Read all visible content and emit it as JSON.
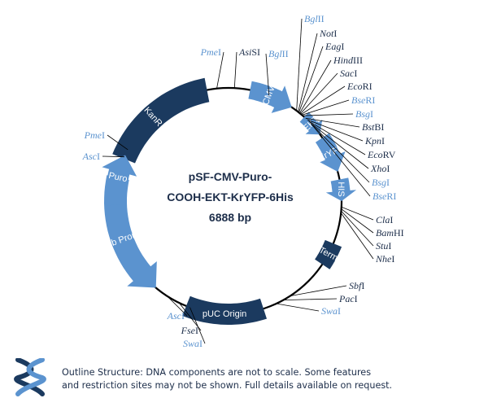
{
  "plasmid": {
    "title_lines": [
      "pSF-CMV-Puro-",
      "COOH-EKT-KrYFP-6His",
      "6888 bp"
    ]
  },
  "features": [
    {
      "id": "kanr",
      "label": "KanR",
      "color": "#1b3a5f"
    },
    {
      "id": "cmv",
      "label": "CMV",
      "color": "#5b93cf"
    },
    {
      "id": "ekt",
      "label": "EKT",
      "color": "#5b93cf"
    },
    {
      "id": "kryfp",
      "label": "KrYFP",
      "color": "#5b93cf"
    },
    {
      "id": "his",
      "label": "HIS",
      "color": "#5b93cf"
    },
    {
      "id": "term",
      "label": "Term",
      "color": "#1b3a5f"
    },
    {
      "id": "puc",
      "label": "pUC Origin",
      "color": "#1b3a5f"
    },
    {
      "id": "ubprom",
      "label": "Ub Prom",
      "color": "#5b93cf"
    },
    {
      "id": "puro",
      "label": "Puro",
      "color": "#5b93cf"
    }
  ],
  "sites": [
    {
      "id": "pmei-top",
      "prefix": "Pme",
      "suffix": "I",
      "color": "blue"
    },
    {
      "id": "asisi",
      "prefix": "Asi",
      "suffix": "SI",
      "color": "dark"
    },
    {
      "id": "bglii-1",
      "prefix": "Bgl",
      "suffix": "II",
      "color": "blue"
    },
    {
      "id": "bglii-2",
      "prefix": "Bgl",
      "suffix": "II",
      "color": "blue"
    },
    {
      "id": "noti",
      "prefix": "Not",
      "suffix": "I",
      "color": "dark"
    },
    {
      "id": "eagi",
      "prefix": "Eag",
      "suffix": "I",
      "color": "dark"
    },
    {
      "id": "hindiii",
      "prefix": "Hind",
      "suffix": "III",
      "color": "dark"
    },
    {
      "id": "saci",
      "prefix": "Sac",
      "suffix": "I",
      "color": "dark"
    },
    {
      "id": "ecori",
      "prefix": "Eco",
      "suffix": "RI",
      "color": "dark"
    },
    {
      "id": "bseri-1",
      "prefix": "Bse",
      "suffix": "RI",
      "color": "blue"
    },
    {
      "id": "bsgi-1",
      "prefix": "Bsg",
      "suffix": "I",
      "color": "blue"
    },
    {
      "id": "bstbi",
      "prefix": "Bst",
      "suffix": "BI",
      "color": "dark"
    },
    {
      "id": "kpni",
      "prefix": "Kpn",
      "suffix": "I",
      "color": "dark"
    },
    {
      "id": "ecorv",
      "prefix": "Eco",
      "suffix": "RV",
      "color": "dark"
    },
    {
      "id": "xhoi",
      "prefix": "Xho",
      "suffix": "I",
      "color": "dark"
    },
    {
      "id": "bsgi-2",
      "prefix": "Bsg",
      "suffix": "I",
      "color": "blue"
    },
    {
      "id": "bseri-2",
      "prefix": "Bse",
      "suffix": "RI",
      "color": "blue"
    },
    {
      "id": "clai",
      "prefix": "Cla",
      "suffix": "I",
      "color": "dark"
    },
    {
      "id": "bamhi",
      "prefix": "Bam",
      "suffix": "HI",
      "color": "dark"
    },
    {
      "id": "stui",
      "prefix": "Stu",
      "suffix": "I",
      "color": "dark"
    },
    {
      "id": "nhei",
      "prefix": "Nhe",
      "suffix": "I",
      "color": "dark"
    },
    {
      "id": "sbfi",
      "prefix": "Sbf",
      "suffix": "I",
      "color": "dark"
    },
    {
      "id": "paci",
      "prefix": "Pac",
      "suffix": "I",
      "color": "dark"
    },
    {
      "id": "swai-1",
      "prefix": "Swa",
      "suffix": "I",
      "color": "blue"
    },
    {
      "id": "asci-bot",
      "prefix": "Asc",
      "suffix": "I",
      "color": "blue"
    },
    {
      "id": "fsei",
      "prefix": "Fse",
      "suffix": "I",
      "color": "dark"
    },
    {
      "id": "swai-2",
      "prefix": "Swa",
      "suffix": "I",
      "color": "blue"
    },
    {
      "id": "pmei-left",
      "prefix": "Pme",
      "suffix": "I",
      "color": "blue"
    },
    {
      "id": "asci-left",
      "prefix": "Asc",
      "suffix": "I",
      "color": "blue"
    }
  ],
  "footer": {
    "line1": "Outline Structure: DNA components are not to scale. Some features",
    "line2": "and restriction sites may not be shown. Full details available on request."
  },
  "colors": {
    "navy": "#1b3a5f",
    "blue": "#5b93cf",
    "backbone": "#000000"
  },
  "icons": {
    "logo": "dna-helix-icon"
  }
}
